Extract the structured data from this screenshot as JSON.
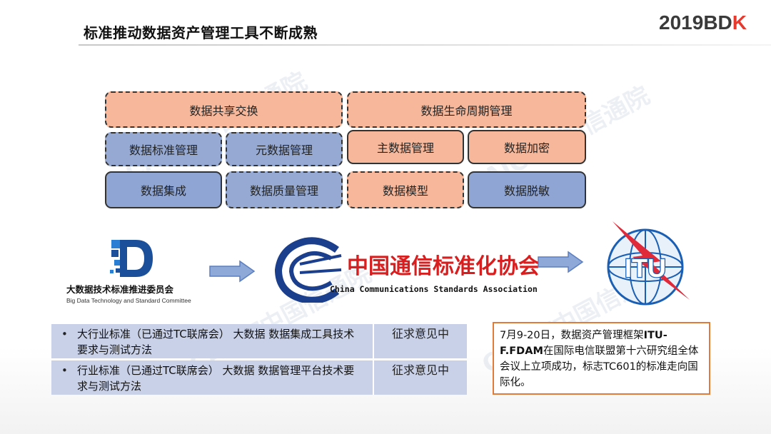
{
  "header": {
    "title": "标准推动数据资产管理工具不断成熟",
    "brand_year": "2019",
    "brand_bd": "BD",
    "brand_k": "K"
  },
  "blocks": {
    "data_sharing": "数据共享交换",
    "data_lifecycle": "数据生命周期管理",
    "data_standard": "数据标准管理",
    "metadata": "元数据管理",
    "master_data": "主数据管理",
    "data_encryption": "数据加密",
    "data_integration": "数据集成",
    "data_quality": "数据质量管理",
    "data_model": "数据模型",
    "data_masking": "数据脱敏"
  },
  "orgs": {
    "bd_committee_name": "大数据技术标准推进委员会",
    "bd_committee_en": "Big Data Technology and Standard Committee",
    "ccsa_cn": "中国通信标准化协会",
    "ccsa_en": "China Communications Standards Association",
    "itu_label": "ITU"
  },
  "standards": [
    {
      "bullet": "•",
      "text": "大行业标准（已通过TC联席会） 大数据 数据集成工具技术要求与测试方法",
      "status": "征求意见中"
    },
    {
      "bullet": "•",
      "text": "行业标准（已通过TC联席会） 大数据 数据管理平台技术要求与测试方法",
      "status": "征求意见中"
    }
  ],
  "note": {
    "part1": "7月9-20日，数据资产管理框架",
    "bold": "ITU-F.FDAM",
    "part2": "在国际电信联盟第十六研究组全体会议上立项成功，标志TC601的标准走向国际化。"
  },
  "watermark": {
    "text": "CAICT中国信通院"
  },
  "colors": {
    "orange_block": "#f6b79a",
    "blue_block": "#95a9d2",
    "ccsa_red": "#d81e1e",
    "note_border": "#e07b3a",
    "table_bg": "#c9d1e8",
    "itu_blue": "#1a5fb4",
    "brand_red": "#e63a2e"
  }
}
